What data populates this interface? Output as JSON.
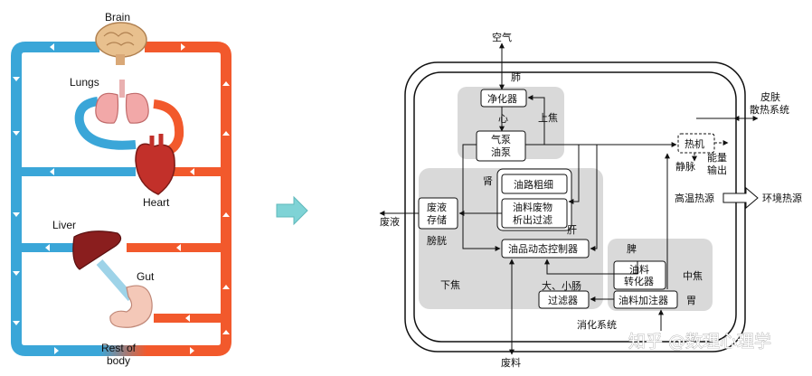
{
  "left": {
    "brain": "Brain",
    "lungs": "Lungs",
    "heart": "Heart",
    "liver": "Liver",
    "gut": "Gut",
    "rest_line1": "Rest of",
    "rest_line2": "body"
  },
  "right": {
    "air": "空气",
    "lung": "肺",
    "purifier": "净化器",
    "heart": "心",
    "upper_jiao": "上焦",
    "pump_line1": "气泵",
    "pump_line2": "油泵",
    "kidney": "肾",
    "oil_thickness": "油路粗细",
    "waste_line1": "油料废物",
    "waste_line2": "析出过滤",
    "liver": "肝",
    "bladder_line1": "废液",
    "bladder_line2": "存储",
    "bladder": "膀胱",
    "waste_liquid": "废液",
    "controller": "油品动态控制器",
    "spleen": "脾",
    "converter_line1": "油料",
    "converter_line2": "转化器",
    "middle_jiao": "中焦",
    "lower_jiao": "下焦",
    "intestine": "大、小肠",
    "filter": "过滤器",
    "injector": "油料加注器",
    "stomach": "胃",
    "digestive": "消化系统",
    "waste_material": "废料",
    "heat_engine": "热机",
    "vein": "静脉",
    "energy_line1": "能量",
    "energy_line2": "输出",
    "skin_line1": "皮肤",
    "skin_line2": "散热系统",
    "hot_source": "高温热源",
    "env_source": "环境热源"
  },
  "watermark": "知乎 @数理心理学",
  "colors": {
    "venous": "#3aa6d8",
    "arterial": "#f2592c",
    "transition_arrow": "#7fd3d6",
    "grey_region": "#d9d9d9",
    "line": "#111111"
  }
}
